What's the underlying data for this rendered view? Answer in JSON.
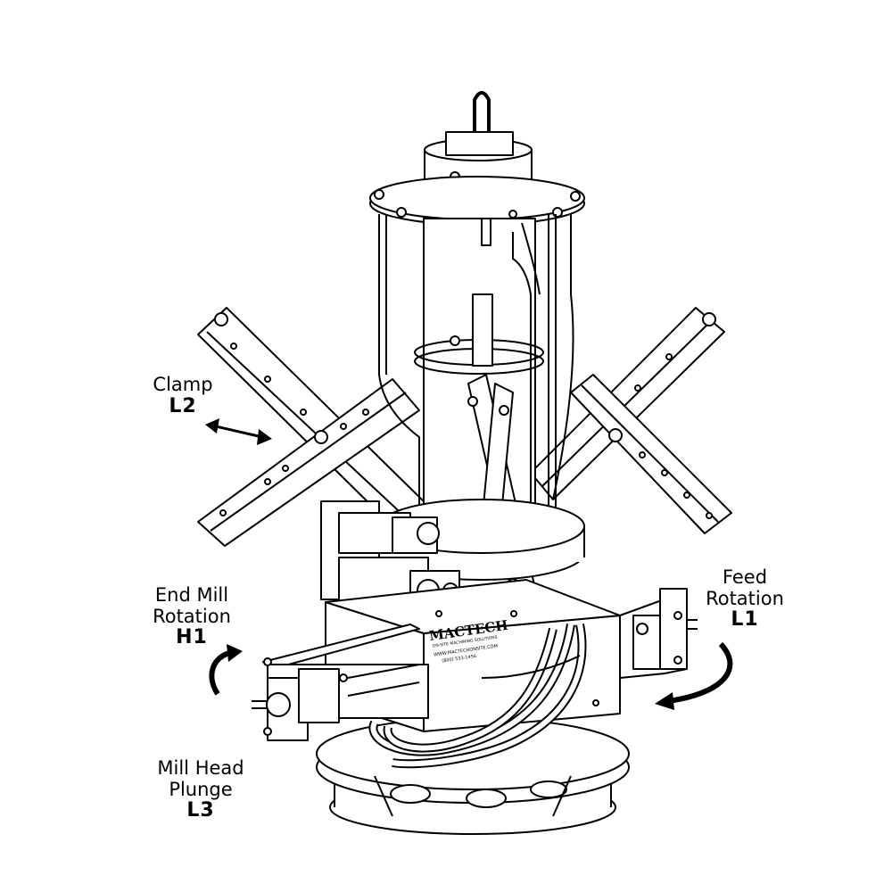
{
  "labels": {
    "clamp": {
      "name": "Clamp",
      "code": "L2"
    },
    "feed_rotation": {
      "line1": "Feed",
      "line2": "Rotation",
      "code": "L1"
    },
    "end_mill_rotation": {
      "line1": "End Mill",
      "line2": "Rotation",
      "code": "H1"
    },
    "mill_head_plunge": {
      "line1": "Mill Head",
      "line2": "Plunge",
      "code": "L3"
    }
  },
  "nameplate": {
    "brand": "MACTECH",
    "tagline": "ON-SITE MACHINING SOLUTIONS",
    "website": "WWW.MACTECHONSITE.COM",
    "phone": "(800) 533-1456"
  },
  "icons": [
    "clamp-double-arrow-icon",
    "feed-rotation-arrow-icon",
    "end-mill-rotation-arrow-icon"
  ],
  "colors": {
    "ink": "#000000",
    "paper": "#ffffff"
  }
}
